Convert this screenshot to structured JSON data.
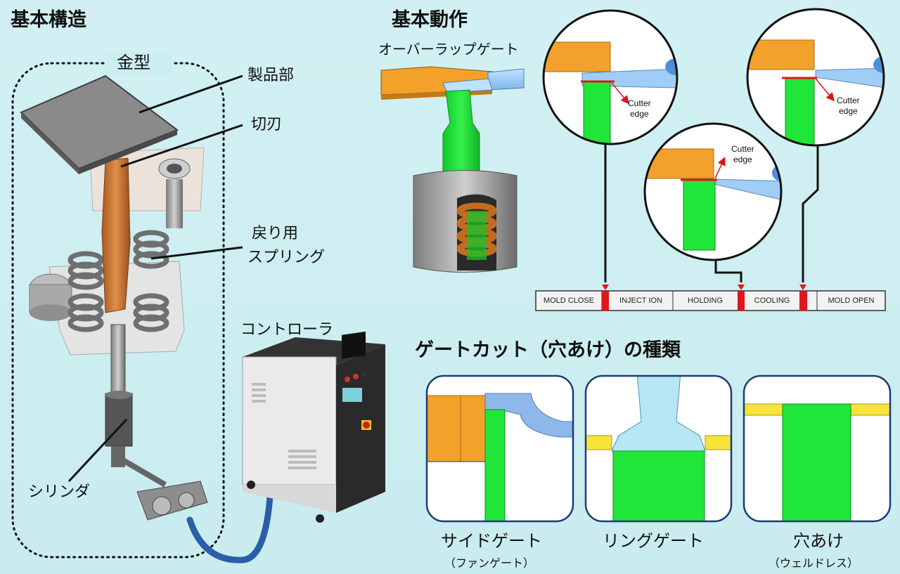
{
  "left": {
    "title": "基本構造",
    "mold_label": "金型",
    "product_label": "製品部",
    "blade_label": "切刃",
    "spring_label_1": "戻り用",
    "spring_label_2": "スプリング",
    "cylinder_label": "シリンダ",
    "controller_label": "コントローラ"
  },
  "operation": {
    "title": "基本動作",
    "overlap_label": "オーバーラップゲート",
    "cutter_label_1": "Cutter",
    "cutter_label_2": "edge",
    "timeline": [
      "MOLD CLOSE",
      "INJECT ION",
      "HOLDING",
      "COOLING",
      "MOLD OPEN"
    ]
  },
  "types": {
    "title": "ゲートカット（穴あけ）の種類",
    "items": [
      {
        "name": "サイドゲート",
        "sub": "（ファンゲート）"
      },
      {
        "name": "リングゲート",
        "sub": ""
      },
      {
        "name": "穴あけ",
        "sub": "（ウェルドレス）"
      }
    ]
  },
  "colors": {
    "green": "#21e63a",
    "orange": "#f3a12b",
    "blue": "#9ccbf5",
    "copper": "#c8732e",
    "yellow": "#f7e33a",
    "red": "#e0161b"
  }
}
